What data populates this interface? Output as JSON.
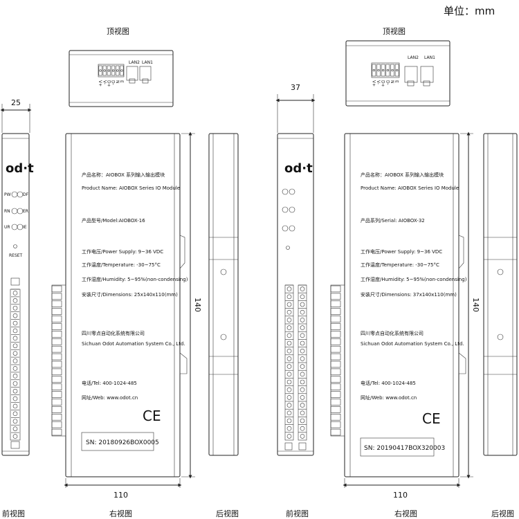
{
  "unit_label": "单位：mm",
  "views": {
    "top": "顶视图",
    "front": "前视图",
    "side": "右视图",
    "back": "后视图"
  },
  "logo": "od·t",
  "top_view_labels": {
    "lan1": "LAN1",
    "lan2": "LAN2",
    "terminals": [
      "V+",
      "V-",
      "D+",
      "D-",
      "N",
      "E"
    ]
  },
  "front_small": {
    "led_left": [
      "PW",
      "RN",
      "UR"
    ],
    "led_right": [
      "DF",
      "ER",
      "IE"
    ],
    "reset": "RESET"
  },
  "left": {
    "width_dim": "25",
    "depth_dim": "110",
    "height_dim": "140",
    "label": {
      "product_name_cn": "产品名称：AIOBOX 系列输入输出模块",
      "product_name_en": "Product Name: AIOBOX Series IO Module",
      "model": "产品型号/Model:AIOBOX-16",
      "power": "工作电压/Power Supply:  9~36 VDC",
      "temperature": "工作温度/Temperature:  -30~75°C",
      "humidity": "工作湿度/Humidity:  5~95%(non-condensing)",
      "dimensions": "安装尺寸/Dimensions: 25x140x110(mm)",
      "company_cn": "四川零点自动化系统有限公司",
      "company_en": "Sichuan Odot Automation System Co., Ltd.",
      "tel": "电话/Tel: 400-1024-485",
      "web": "网址/Web: www.odot.cn",
      "ce": "CE",
      "sn": "SN: 20180926BOX0005"
    }
  },
  "right": {
    "width_dim": "37",
    "depth_dim": "110",
    "height_dim": "140",
    "label": {
      "product_name_cn": "产品名称：AIOBOX 系列输入输出模块",
      "product_name_en": "Product Name: AIOBOX Series IO Module",
      "model": "产品系列/Serial: AIOBOX-32",
      "power": "工作电压/Power Supply:  9~36 VDC",
      "temperature": "工作温度/Temperature:  -30~75°C",
      "humidity": "工作湿度/Humidity:  5~95%(non-condensing)",
      "dimensions": "安装尺寸/Dimensions: 37x140x110(mm)",
      "company_cn": "四川零点自动化系统有限公司",
      "company_en": "Sichuan Odot Automation System Co., Ltd.",
      "tel": "电话/Tel: 400-1024-485",
      "web": "网址/Web: www.odot.cn",
      "ce": "CE",
      "sn": "SN: 20190417BOX320003"
    }
  }
}
